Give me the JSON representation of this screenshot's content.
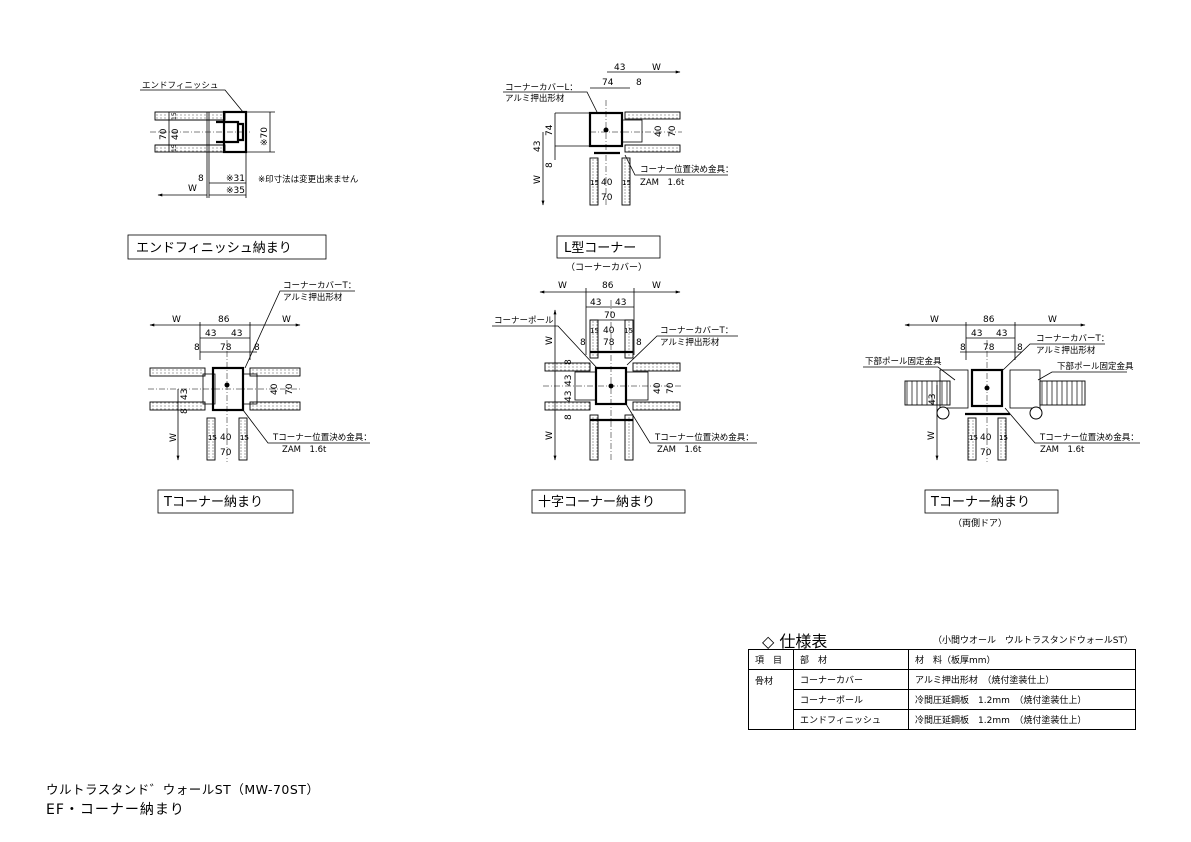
{
  "end_finish": {
    "label": "エンドフィニッシュ",
    "dims": [
      "70",
      "40",
      "15",
      "15",
      "※70",
      "8",
      "※31",
      "※35",
      "W"
    ],
    "note": "※印寸法は変更出来ません",
    "title": "エンドフィニッシュ納まり"
  },
  "l_corner": {
    "cover_label": "コーナーカバーL：",
    "cover_material": "アルミ押出形材",
    "bracket_label": "コーナー位置決め金具：",
    "bracket_material": "ZAM　1.6t",
    "dims": [
      "43",
      "W",
      "74",
      "8",
      "74",
      "43",
      "8",
      "W",
      "15",
      "40",
      "15",
      "70",
      "40",
      "70"
    ],
    "title": "L型コーナー",
    "subtitle": "（コーナーカバー）"
  },
  "t_corner": {
    "cover_label": "コーナーカバーT：",
    "cover_material": "アルミ押出形材",
    "bracket_label": "Tコーナー位置決め金具：",
    "bracket_material": "ZAM　1.6t",
    "dims": [
      "W",
      "86",
      "W",
      "43",
      "43",
      "8",
      "78",
      "8",
      "40",
      "70",
      "43",
      "8",
      "W",
      "15",
      "40",
      "15",
      "70"
    ],
    "title": "Tコーナー納まり"
  },
  "cross_corner": {
    "pole_label": "コーナーポール",
    "cover_label": "コーナーカバーT：",
    "cover_material": "アルミ押出形材",
    "bracket_label": "Tコーナー位置決め金具：",
    "bracket_material": "ZAM　1.6t",
    "dims": [
      "W",
      "86",
      "W",
      "43",
      "43",
      "70",
      "15",
      "40",
      "15",
      "8",
      "78",
      "8",
      "W",
      "W",
      "40",
      "70",
      "43",
      "43",
      "8",
      "8"
    ],
    "title": "十字コーナー納まり"
  },
  "t_corner_doors": {
    "cover_label": "コーナーカバーT：",
    "cover_material": "アルミ押出形材",
    "pole_bracket_left": "下部ポール固定金具",
    "pole_bracket_right": "下部ポール固定金具",
    "bracket_label": "Tコーナー位置決め金具：",
    "bracket_material": "ZAM　1.6t",
    "dims": [
      "W",
      "86",
      "W",
      "43",
      "43",
      "8",
      "78",
      "8",
      "43",
      "W",
      "15",
      "40",
      "15",
      "70"
    ],
    "title": "Tコーナー納まり",
    "subtitle": "（両側ドア）"
  },
  "spec": {
    "title": "◇ 仕様表",
    "note": "（小間ウオール　ウルトラスタンドウォールST）",
    "headers": [
      "項　目",
      "部　材",
      "材　料（板厚mm）"
    ],
    "category": "骨材",
    "rows": [
      {
        "part": "コーナーカバー",
        "material": "アルミ押出形材　（焼付塗装仕上）"
      },
      {
        "part": "コーナーポール",
        "material": "冷間圧延鋼板　1.2mm　（焼付塗装仕上）"
      },
      {
        "part": "エンドフィニッシュ",
        "material": "冷間圧延鋼板　1.2mm　（焼付塗装仕上）"
      }
    ]
  },
  "footer": {
    "product": "ウルトラスタンド゛ウォールST（MW-70ST）",
    "sheet": "EF・コーナー納まり"
  }
}
